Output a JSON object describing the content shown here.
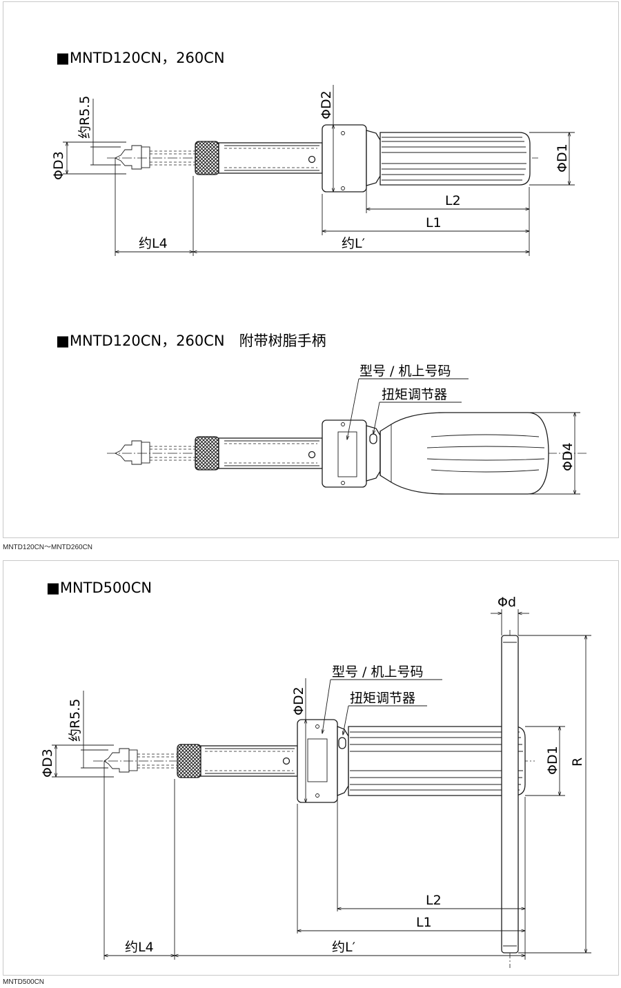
{
  "panel1": {
    "caption": "MNTD120CN～MNTD260CN",
    "view_a": {
      "title": "■MNTD120CN，260CN",
      "labels": {
        "r55": "约R5.5",
        "d3": "ΦD3",
        "d2": "ΦD2",
        "d1": "ΦD1",
        "l2": "L2",
        "l1": "L1",
        "l4": "约L4",
        "lprime": "约L′"
      }
    },
    "view_b": {
      "title": "■MNTD120CN，260CN　附带树脂手柄",
      "labels": {
        "model": "型号 / 机上号码",
        "adjuster": "扭矩调节器",
        "d4": "ΦD4"
      }
    }
  },
  "panel2": {
    "caption": "MNTD500CN",
    "title": "■MNTD500CN",
    "labels": {
      "d": "Φd",
      "model": "型号 / 机上号码",
      "adjuster": "扭矩调节器",
      "d2": "ΦD2",
      "r55": "约R5.5",
      "d3": "ΦD3",
      "d1": "ΦD1",
      "r": "R",
      "l2": "L2",
      "l1": "L1",
      "l4": "约L4",
      "lprime": "约L′"
    }
  }
}
